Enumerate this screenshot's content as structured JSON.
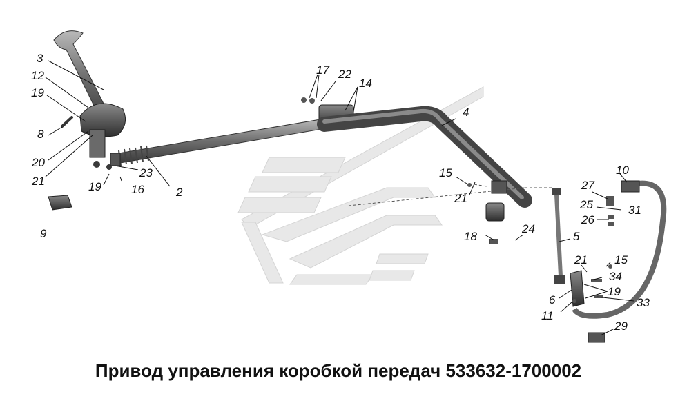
{
  "title": "Привод управления коробкой передач 533632-1700002",
  "colors": {
    "part_fill": "#7d7d7d",
    "part_dark": "#3f3f3f",
    "part_light": "#c4c4c4",
    "line": "#111111",
    "logo": "#e6e6e6"
  },
  "callouts": [
    {
      "id": "c3",
      "text": "3"
    },
    {
      "id": "c12",
      "text": "12"
    },
    {
      "id": "c19a",
      "text": "19"
    },
    {
      "id": "c8",
      "text": "8"
    },
    {
      "id": "c20",
      "text": "20"
    },
    {
      "id": "c21a",
      "text": "21"
    },
    {
      "id": "c19b",
      "text": "19"
    },
    {
      "id": "c16",
      "text": "16"
    },
    {
      "id": "c23",
      "text": "23"
    },
    {
      "id": "c2",
      "text": "2"
    },
    {
      "id": "c9",
      "text": "9"
    },
    {
      "id": "c17",
      "text": "17"
    },
    {
      "id": "c22",
      "text": "22"
    },
    {
      "id": "c14",
      "text": "14"
    },
    {
      "id": "c4",
      "text": "4"
    },
    {
      "id": "c15a",
      "text": "15"
    },
    {
      "id": "c21b",
      "text": "21"
    },
    {
      "id": "c18",
      "text": "18"
    },
    {
      "id": "c24",
      "text": "24"
    },
    {
      "id": "c10",
      "text": "10"
    },
    {
      "id": "c27",
      "text": "27"
    },
    {
      "id": "c25",
      "text": "25"
    },
    {
      "id": "c31",
      "text": "31"
    },
    {
      "id": "c26",
      "text": "26"
    },
    {
      "id": "c5",
      "text": "5"
    },
    {
      "id": "c21c",
      "text": "21"
    },
    {
      "id": "c15b",
      "text": "15"
    },
    {
      "id": "c34",
      "text": "34"
    },
    {
      "id": "c19c",
      "text": "19"
    },
    {
      "id": "c6",
      "text": "6"
    },
    {
      "id": "c33",
      "text": "33"
    },
    {
      "id": "c11",
      "text": "11"
    },
    {
      "id": "c29",
      "text": "29"
    }
  ]
}
